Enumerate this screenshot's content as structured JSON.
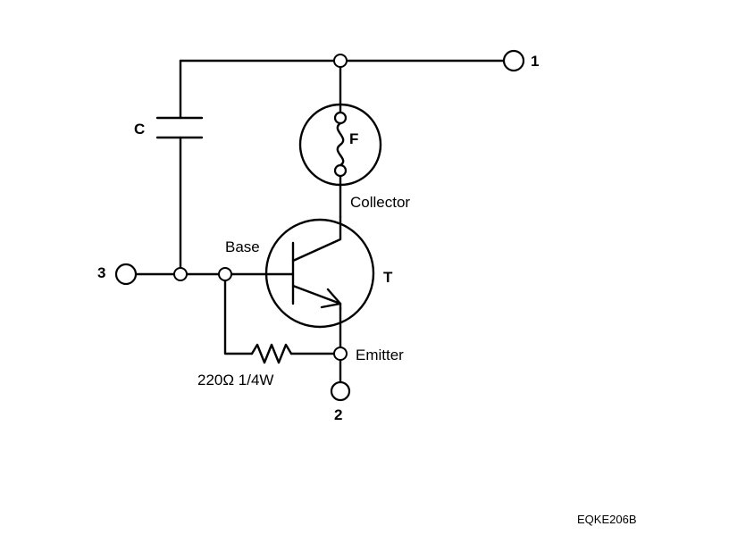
{
  "terminals": {
    "t1": "1",
    "t2": "2",
    "t3": "3"
  },
  "components": {
    "capacitor": "C",
    "fuse": "F",
    "transistor": "T",
    "resistor": "220Ω 1/4W"
  },
  "transistor_pins": {
    "base": "Base",
    "collector": "Collector",
    "emitter": "Emitter"
  },
  "figure_code": "EQKE206B"
}
